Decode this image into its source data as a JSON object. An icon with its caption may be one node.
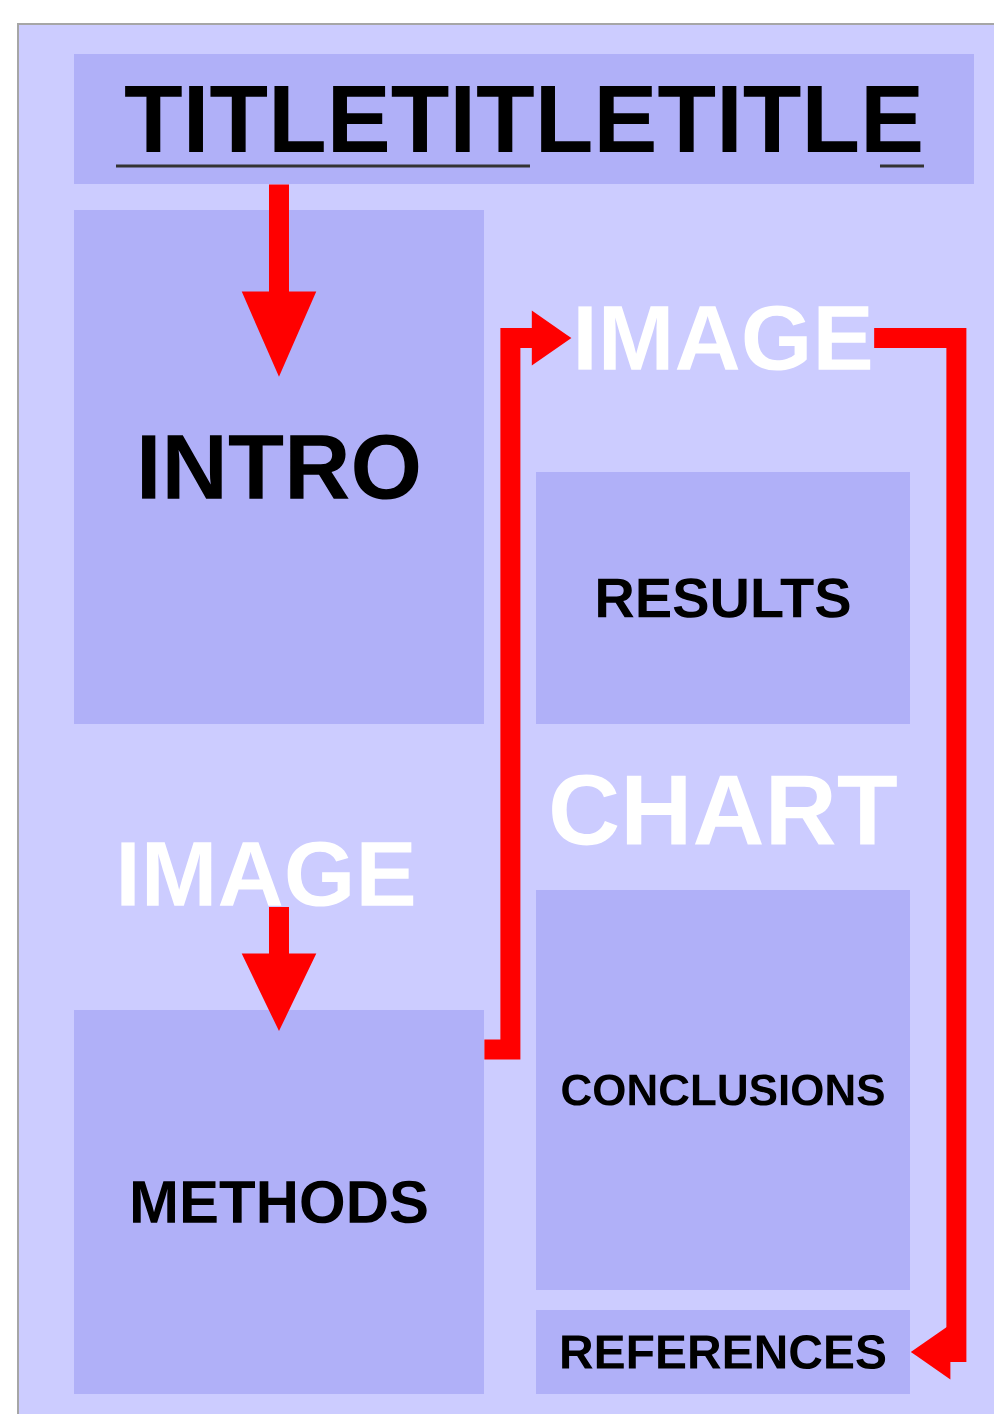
{
  "diagram": {
    "nodes": [
      {
        "text": [
          "TITLETITLETITLE"
        ]
      },
      {
        "text": [
          "INTRO"
        ]
      },
      {
        "text": [
          "IMAGE"
        ]
      },
      {
        "text": [
          "RESULTS"
        ]
      },
      {
        "text": [
          "IMAGE"
        ]
      },
      {
        "text": [
          "METHODS"
        ]
      },
      {
        "text": [
          "CONCLUSIONS"
        ]
      },
      {
        "text": [
          "REFERENCES"
        ]
      }
    ],
    "edges": [
      {
        "from": 0,
        "to": 1,
        "arrow": "to"
      },
      {
        "from": 4,
        "to": 5,
        "arrow": "to"
      },
      {
        "from": 5,
        "to": 2,
        "arrow": "to"
      },
      {
        "from": 2,
        "to": 7,
        "arrow": "to"
      }
    ],
    "labels": [
      "CHART"
    ]
  }
}
